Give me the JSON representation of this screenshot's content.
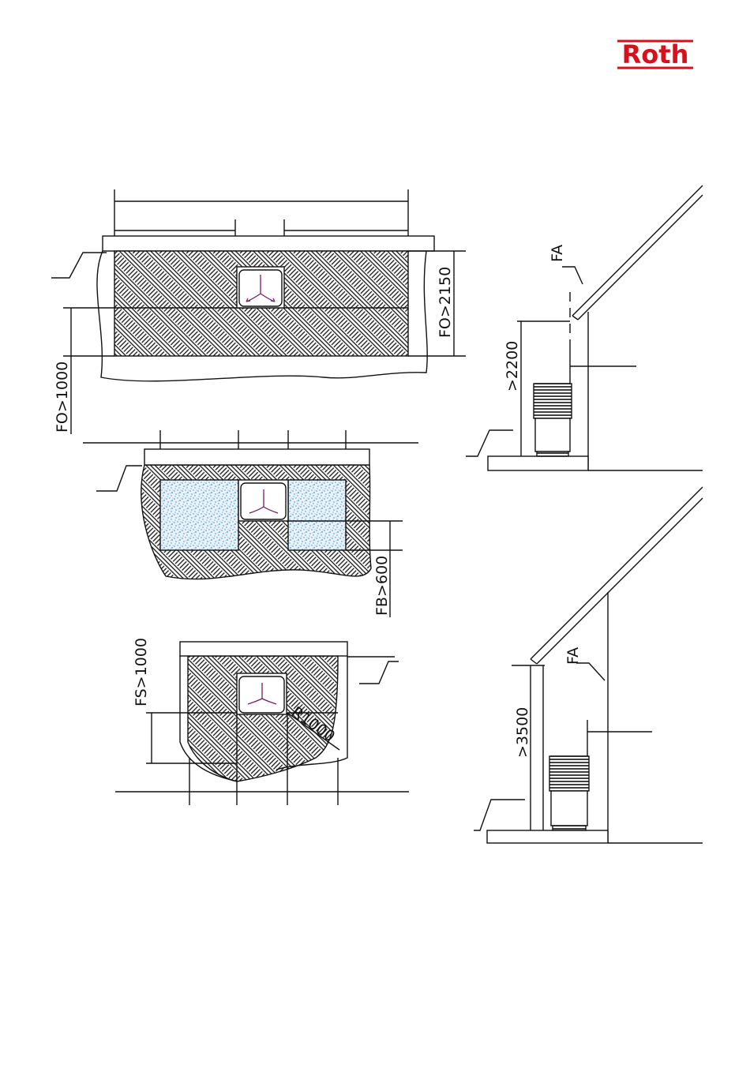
{
  "logo": {
    "text": "Roth",
    "color": "#d8101c"
  },
  "colors": {
    "line": "#111111",
    "gravel": "#3f8fd8",
    "arrow": "#7a1a6b"
  },
  "labels": {
    "fo_front": "FO>1000",
    "fo_side": "FO>2150",
    "fb": "FB>600",
    "fs": "FS>1000",
    "radius": "R1000",
    "fa_top": "FA",
    "fa_bottom": "FA",
    "h_top": ">2200",
    "h_bottom": ">3500"
  },
  "icons": {
    "arrow": "airflow-arrows-icon",
    "unit": "heat-pump-unit-icon"
  }
}
